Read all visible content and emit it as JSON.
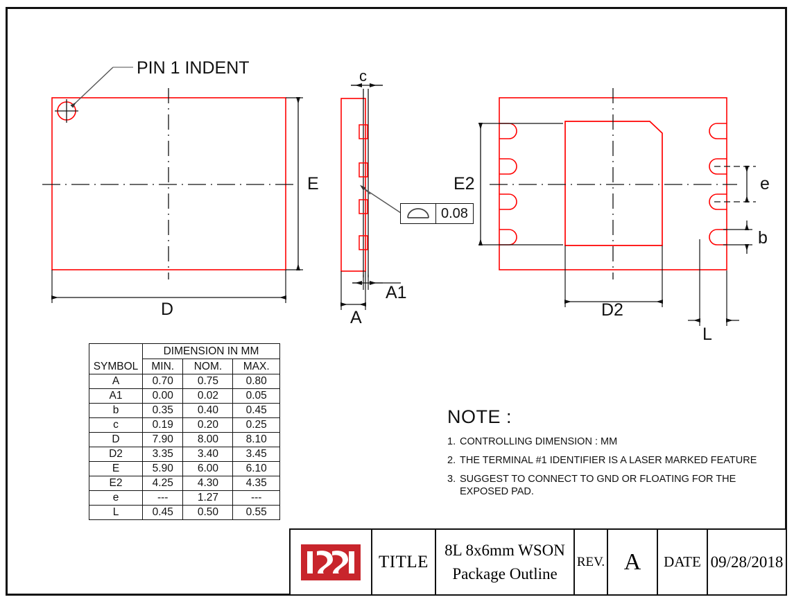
{
  "document": {
    "kind": "mechanical-package-outline-drawing"
  },
  "views": {
    "top": {
      "pin1_callout": "PIN 1 INDENT",
      "width_dim": "D",
      "height_dim": "E"
    },
    "side": {
      "thickness_dim": "c",
      "standoff_dim": "A1",
      "body_height_dim": "A",
      "tolerance_frame": {
        "symbol": "profile-arc-icon",
        "value": "0.08"
      }
    },
    "bottom": {
      "pad_height_dim": "E2",
      "pad_width_dim": "D2",
      "pitch_dim": "e",
      "terminal_width_dim": "b",
      "terminal_length_dim": "L"
    }
  },
  "table": {
    "symbol_header": "SYMBOL",
    "group_header": "DIMENSION IN MM",
    "columns": [
      "MIN.",
      "NOM.",
      "MAX."
    ],
    "rows": [
      {
        "symbol": "A",
        "min": "0.70",
        "nom": "0.75",
        "max": "0.80"
      },
      {
        "symbol": "A1",
        "min": "0.00",
        "nom": "0.02",
        "max": "0.05"
      },
      {
        "symbol": "b",
        "min": "0.35",
        "nom": "0.40",
        "max": "0.45"
      },
      {
        "symbol": "c",
        "min": "0.19",
        "nom": "0.20",
        "max": "0.25"
      },
      {
        "symbol": "D",
        "min": "7.90",
        "nom": "8.00",
        "max": "8.10"
      },
      {
        "symbol": "D2",
        "min": "3.35",
        "nom": "3.40",
        "max": "3.45"
      },
      {
        "symbol": "E",
        "min": "5.90",
        "nom": "6.00",
        "max": "6.10"
      },
      {
        "symbol": "E2",
        "min": "4.25",
        "nom": "4.30",
        "max": "4.35"
      },
      {
        "symbol": "e",
        "min": "---",
        "nom": "1.27",
        "max": "---"
      },
      {
        "symbol": "L",
        "min": "0.45",
        "nom": "0.50",
        "max": "0.55"
      }
    ]
  },
  "notes": {
    "title": "NOTE :",
    "items": [
      {
        "num": "1.",
        "text": "CONTROLLING DIMENSION : MM"
      },
      {
        "num": "2.",
        "text": "THE TERMINAL #1 IDENTIFIER IS A LASER MARKED FEATURE"
      },
      {
        "num": "3.",
        "text": "SUGGEST TO CONNECT TO GND OR FLOATING FOR THE EXPOSED PAD."
      }
    ]
  },
  "title_block": {
    "logo_text": "ISSI",
    "title_label": "TITLE",
    "title_line1": "8L 8x6mm WSON",
    "title_line2": "Package  Outline",
    "rev_label": "REV.",
    "rev_value": "A",
    "date_label": "DATE",
    "date_value": "09/28/2018"
  },
  "colors": {
    "part_outline": "#ff0000",
    "dimension_line": "#111111",
    "logo_red": "#c8252c",
    "leader_grey": "#6e6e6e"
  }
}
